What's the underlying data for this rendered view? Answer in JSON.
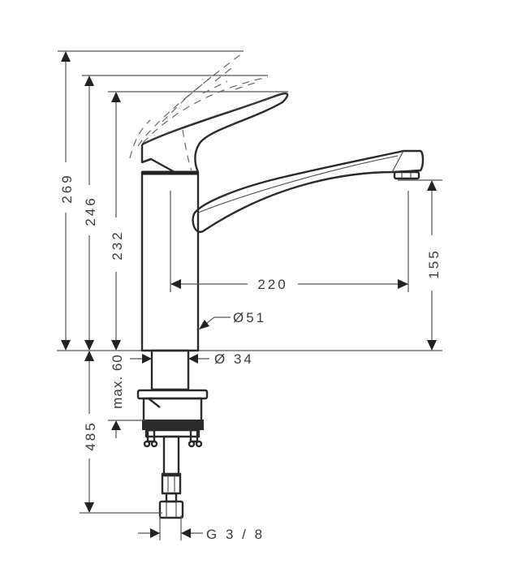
{
  "drawing": {
    "title": "Single lever kitchen mixer - dimensional drawing",
    "colors": {
      "line": "#2a2a2a",
      "dimension": "#555555",
      "text": "#3a3a3a",
      "background": "#ffffff"
    },
    "dimensions": {
      "height_handle_raised_max": "269",
      "height_handle_raised": "246",
      "height_total": "232",
      "spout_height": "155",
      "spout_reach": "220",
      "body_diameter": "Ø51",
      "shank_diameter": "Ø 34",
      "max_counter_thickness": "max. 60",
      "hose_length": "485",
      "connection_thread": "G 3 / 8"
    }
  }
}
